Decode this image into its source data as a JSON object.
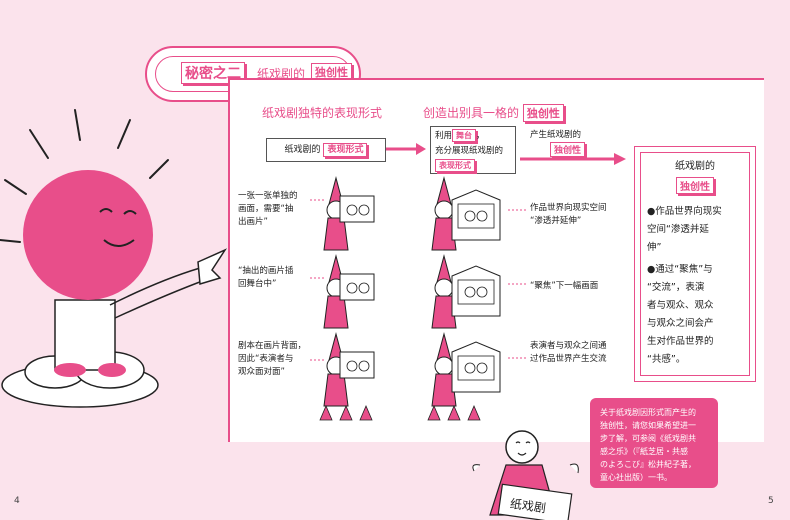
{
  "title": {
    "main": "秘密之二",
    "sub": "纸戏剧的",
    "tag": "独创性"
  },
  "columns": {
    "left_head": "纸戏剧独特的表现形式",
    "middle_head_prefix": "创造出别具一格的",
    "middle_head_tag": "独创性"
  },
  "left_box": {
    "prefix": "纸戏剧的",
    "tag": "表现形式"
  },
  "middle_box": {
    "line1_prefix": "利用",
    "line1_tag": "舞台",
    "line1_suffix": "，",
    "line2": "充分展现纸戏剧的",
    "line3_tag": "表现形式"
  },
  "arrow_label": {
    "text": "产生纸戏剧的",
    "tag": "独创性"
  },
  "final_box": {
    "title": "纸戏剧的",
    "tag": "独创性",
    "bullet1": [
      "●作品世界向现实",
      "空间“渗透并延",
      "伸”"
    ],
    "bullet2": [
      "●通过“聚焦”与",
      "“交流”，表演",
      "者与观众、观众",
      "与观众之间会产",
      "生对作品世界的",
      "“共感”。"
    ]
  },
  "rows": [
    {
      "left": [
        "一张一张单独的",
        "画面，需要“抽",
        "出画片”"
      ],
      "right": [
        "作品世界向现实空间",
        "“渗透并延伸”"
      ]
    },
    {
      "left": [
        "“抽出的画片插",
        "回舞台中”"
      ],
      "right": [
        "“聚焦”下一幅画面"
      ]
    },
    {
      "left": [
        "剧本在画片背面，",
        "因此“表演者与",
        "观众面对面”"
      ],
      "right": [
        "表演者与观众之间通",
        "过作品世界产生交流"
      ]
    }
  ],
  "note": [
    "关于纸戏剧因形式而产生的",
    "独创性，请您如果希望进一",
    "步了解，可参阅《纸戏剧共",
    "感之乐》（『紙芝居・共感",
    "のよろこび』松井紀子著，",
    "童心社出版）一书。"
  ],
  "sign": "纸戏剧",
  "pages": {
    "left": "4",
    "right": "5"
  },
  "colors": {
    "accent": "#e84e8a",
    "background": "#fbe3ec"
  }
}
